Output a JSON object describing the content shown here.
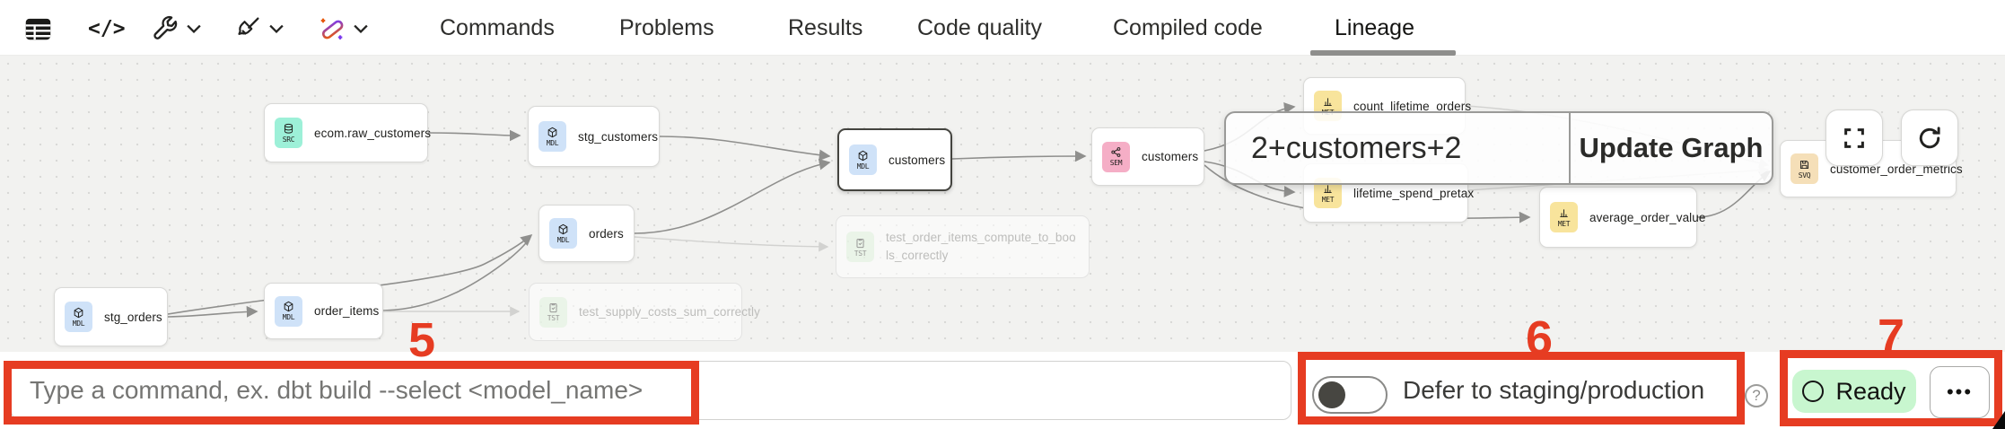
{
  "toolbar": {
    "code_icon_glyph": "</>"
  },
  "tabs": [
    {
      "label": "Commands",
      "active": false
    },
    {
      "label": "Problems",
      "active": false
    },
    {
      "label": "Results",
      "active": false
    },
    {
      "label": "Code quality",
      "active": false
    },
    {
      "label": "Compiled code",
      "active": false
    },
    {
      "label": "Lineage",
      "active": true
    }
  ],
  "graph": {
    "nodes": [
      {
        "type": "SRC",
        "label": "ecom.raw_customers"
      },
      {
        "type": "MDL",
        "label": "stg_customers"
      },
      {
        "type": "MDL",
        "label": "customers",
        "selected": true
      },
      {
        "type": "MDL",
        "label": "stg_orders"
      },
      {
        "type": "MDL",
        "label": "order_items"
      },
      {
        "type": "MDL",
        "label": "orders"
      },
      {
        "type": "TST",
        "label": "test_order_items_compute_to_bools_correctly",
        "faded": true
      },
      {
        "type": "TST",
        "label": "test_supply_costs_sum_correctly",
        "faded": true
      },
      {
        "type": "SEM",
        "label": "customers"
      },
      {
        "type": "MET",
        "label": "count_lifetime_orders"
      },
      {
        "type": "MET",
        "label": "lifetime_spend_pretax"
      },
      {
        "type": "MET",
        "label": "average_order_value"
      },
      {
        "type": "SVQ",
        "label": "customer_order_metrics"
      }
    ],
    "badge_colors": {
      "SRC": "#9df0d8",
      "MDL": "#cfe2f8",
      "SEM": "#f5aec6",
      "MET": "#f8e49c",
      "TST": "#d9efd6",
      "SVQ": "#f5dfb8"
    },
    "selector": {
      "value": "2+customers+2",
      "button_label": "Update Graph"
    }
  },
  "command_bar": {
    "placeholder": "Type a command, ex. dbt build --select <model_name>"
  },
  "defer_toggle": {
    "label": "Defer to staging/production",
    "enabled": false,
    "help_glyph": "?"
  },
  "status_pill": {
    "label": "Ready",
    "color": "#c8f6cf"
  },
  "overflow_menu": {
    "glyph": "•••"
  },
  "annotations": {
    "accent": "#e63c22",
    "items": [
      {
        "number": "5"
      },
      {
        "number": "6"
      },
      {
        "number": "7"
      }
    ]
  }
}
